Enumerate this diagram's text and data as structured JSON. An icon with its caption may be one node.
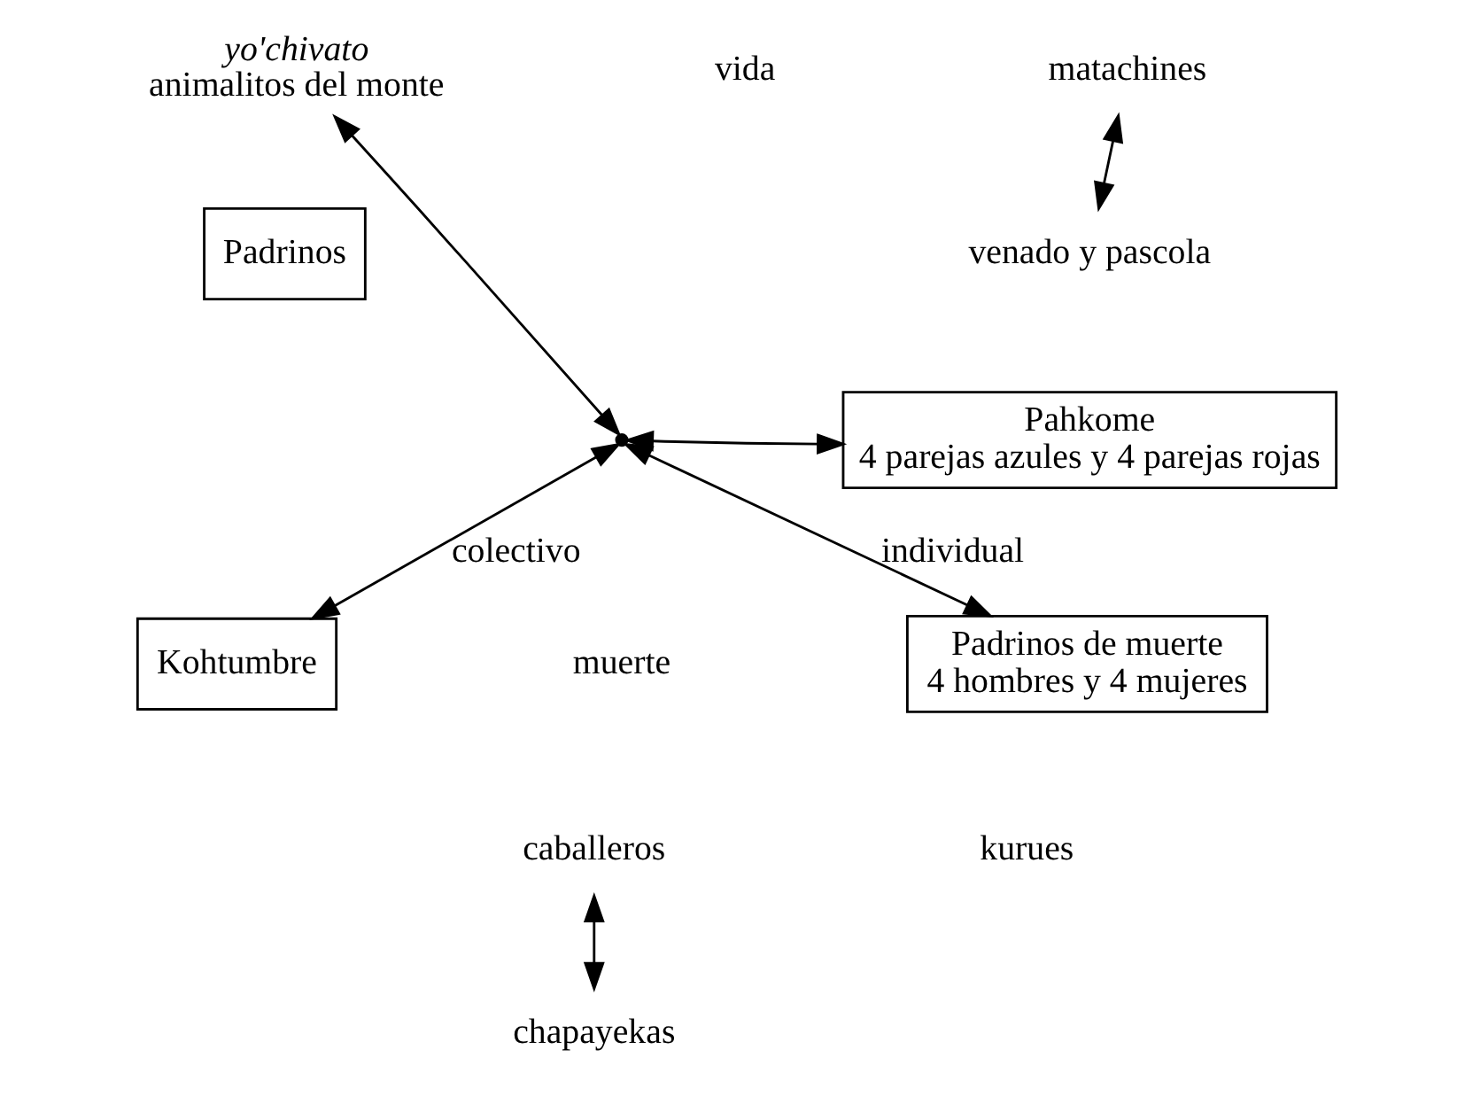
{
  "diagram": {
    "nodes": [
      {
        "text": [
          "yo'chivato",
          "animalitos del monte"
        ]
      },
      {
        "text": [
          "Padrinos"
        ]
      },
      {
        "text": [],
        "shape": "point"
      },
      {
        "text": [
          "matachines"
        ]
      },
      {
        "text": [
          "venado y pascola"
        ]
      },
      {
        "text": [
          "Pahkome",
          "4 parejas azules y 4 parejas rojas"
        ]
      },
      {
        "text": [
          "Kohtumbre"
        ]
      },
      {
        "text": [
          "Padrinos de muerte",
          "4 hombres y 4 mujeres"
        ]
      },
      {
        "text": [
          "caballeros"
        ]
      },
      {
        "text": [
          "chapayekas"
        ]
      }
    ],
    "edges": [
      {
        "from": 2,
        "to": 0,
        "arrow": "both"
      },
      {
        "from": 3,
        "to": 4,
        "arrow": "both"
      },
      {
        "from": 2,
        "to": 5,
        "arrow": "both"
      },
      {
        "from": 2,
        "to": 6,
        "arrow": "both",
        "label": "colectivo"
      },
      {
        "from": 2,
        "to": 7,
        "arrow": "both",
        "label": "individual"
      },
      {
        "from": 8,
        "to": 9,
        "arrow": "both"
      }
    ],
    "labels": [
      "vida",
      "muerte",
      "kurues"
    ]
  }
}
